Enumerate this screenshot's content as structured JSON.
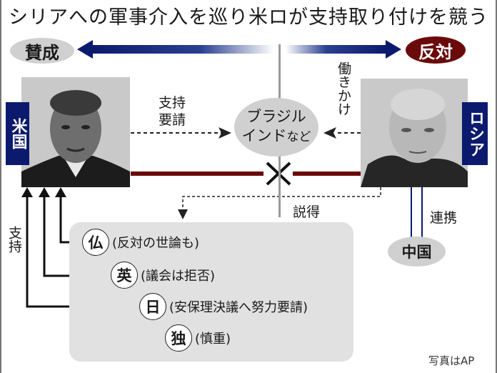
{
  "title": "シリアへの軍事介入を巡り米ロが支持取り付けを競う",
  "axis": {
    "support_label": "賛成",
    "oppose_label": "反対",
    "colors": {
      "arrow": "#0c1a6e",
      "oppose": "#6b0a0a",
      "support": "#d0d0d0"
    }
  },
  "us": {
    "tag": "米国",
    "photo_alt": "米国大統領の写真",
    "request_label": "支持要請",
    "request_line1": "支持",
    "request_line2": "要請",
    "support_label": "支持"
  },
  "russia": {
    "tag": "ロシア",
    "photo_alt": "ロシア大統領の写真",
    "lobby_label": "働きかけ",
    "persuade_label": "説得",
    "cooperate_label": "連携"
  },
  "targets": {
    "line1": "ブラジル",
    "line2_main": "インド",
    "line2_suffix": "など"
  },
  "china": {
    "label": "中国"
  },
  "allies": [
    {
      "country": "仏",
      "note": "(反対の世論も)"
    },
    {
      "country": "英",
      "note": "(議会は拒否)"
    },
    {
      "country": "日",
      "note": "(安保理決議へ努力要請)"
    },
    {
      "country": "独",
      "note": "(慎重)"
    }
  ],
  "credit": "写真はAP"
}
